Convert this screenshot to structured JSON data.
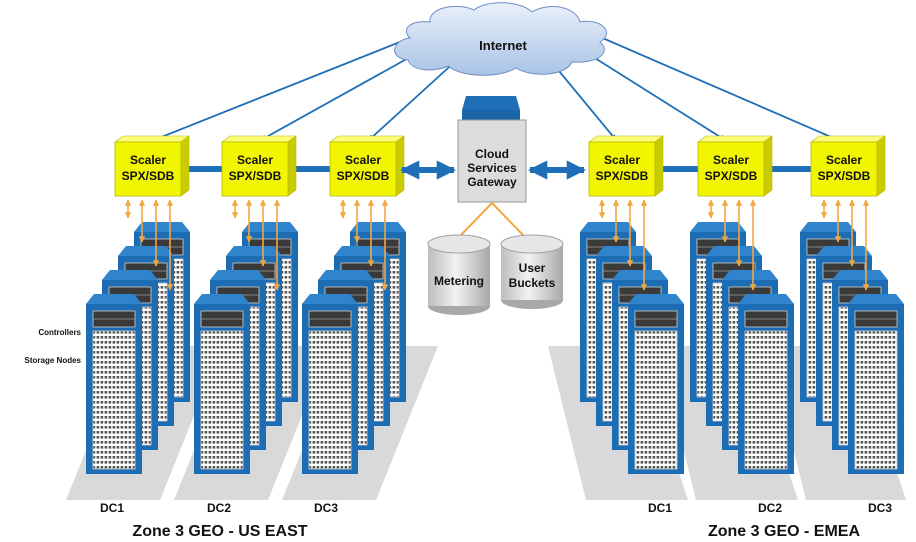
{
  "internet": {
    "label": "Internet"
  },
  "scaler": {
    "line1": "Scaler",
    "line2": "SPX/SDB"
  },
  "gateway": {
    "lines": [
      "Cloud",
      "Services",
      "Gateway"
    ]
  },
  "metering": {
    "label": "Metering"
  },
  "buckets": {
    "lines": [
      "User",
      "Buckets"
    ]
  },
  "legend": {
    "controllers": "Controllers",
    "storage_nodes": "Storage Nodes"
  },
  "zones": [
    {
      "title": "Zone 3 GEO - US EAST",
      "dcs": [
        "DC1",
        "DC2",
        "DC3"
      ]
    },
    {
      "title": "Zone 3 GEO - EMEA",
      "dcs": [
        "DC1",
        "DC2",
        "DC3"
      ]
    }
  ],
  "colors": {
    "cloud": "#c9d9f0",
    "scaler": "#f2f500",
    "link": "#1f6fb8",
    "orange": "#f4a640",
    "rack": "#1c6db3",
    "floor": "#d9d9d9"
  }
}
